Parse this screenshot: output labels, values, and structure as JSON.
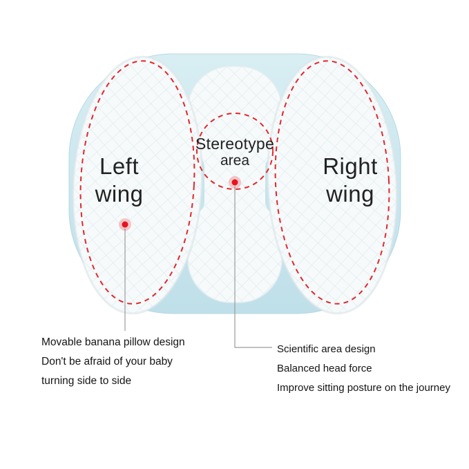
{
  "pillow": {
    "left_wing": {
      "label_line1": "Left",
      "label_line2": "wing"
    },
    "right_wing": {
      "label_line1": "Right",
      "label_line2": "wing"
    },
    "center": {
      "label_line1": "Stereotype",
      "label_line2": "area"
    }
  },
  "callouts": {
    "left": {
      "lines": [
        "Movable banana pillow design",
        "Don't be afraid of your baby",
        "turning side to side"
      ]
    },
    "right": {
      "lines": [
        "Scientific area design",
        "Balanced head force",
        "Improve sitting posture on the journey"
      ]
    }
  },
  "colors": {
    "accent_red_dash": "#e2262c",
    "dot_red": "#e8131c",
    "pillow_blue": "#cde9ef",
    "pillow_blue_dark": "#bfdfe9",
    "pillow_white": "#f6fafb",
    "quilt_line": "#dfe9ec",
    "leader_gray": "#9b9b9b",
    "text_color": "#1d1d1d",
    "background": "#ffffff"
  }
}
